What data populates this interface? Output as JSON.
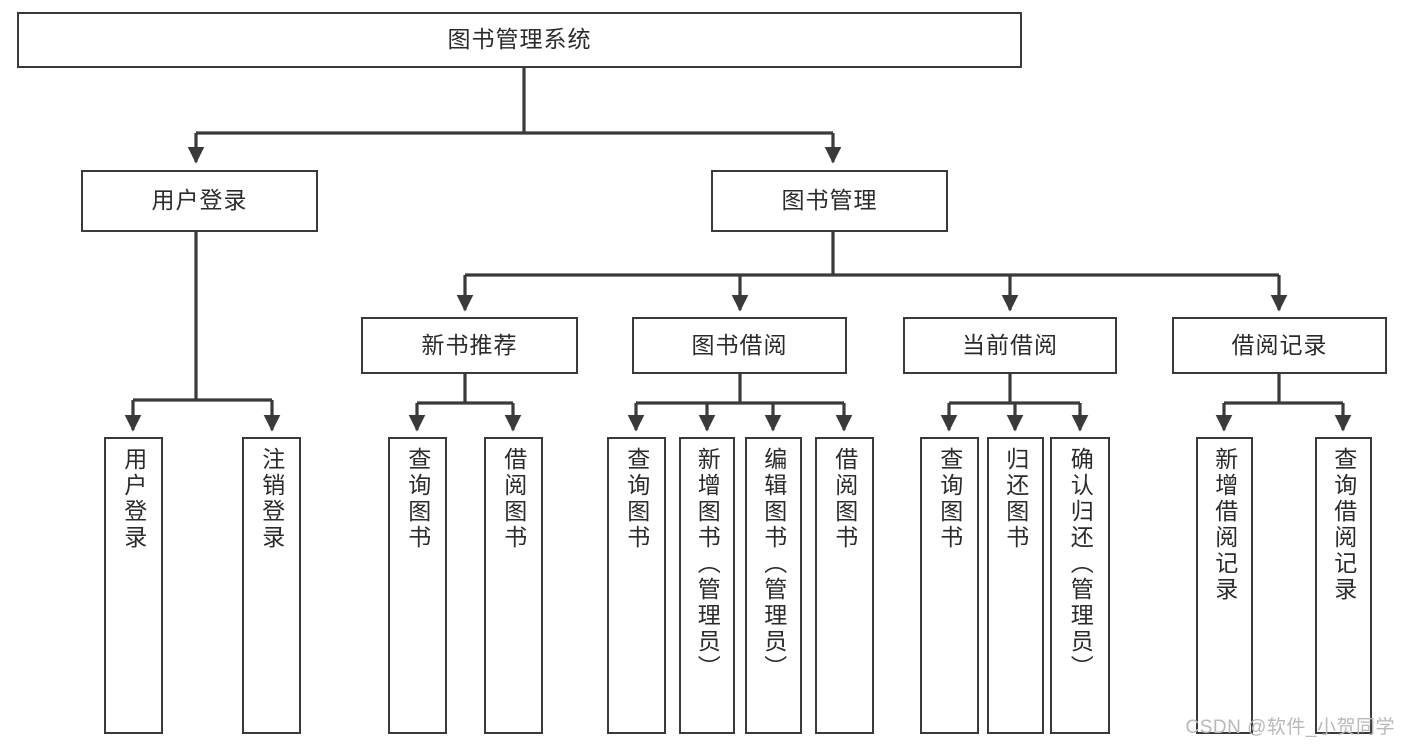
{
  "diagram": {
    "title": "图书管理系统",
    "colors": {
      "box_border": "#3a3a3a",
      "box_fill": "#ffffff",
      "edge": "#3a3a3a",
      "text": "#2b2b2b",
      "watermark": "#b9b9b9",
      "background": "#ffffff"
    },
    "root": {
      "label": "图书管理系统"
    },
    "level2": [
      {
        "label": "用户登录"
      },
      {
        "label": "图书管理"
      }
    ],
    "level3": [
      {
        "label": "新书推荐"
      },
      {
        "label": "图书借阅"
      },
      {
        "label": "当前借阅"
      },
      {
        "label": "借阅记录"
      }
    ],
    "leaves": [
      {
        "label": "用户登录"
      },
      {
        "label": "注销登录"
      },
      {
        "label": "查询图书"
      },
      {
        "label": "借阅图书"
      },
      {
        "label": "查询图书"
      },
      {
        "label": "新增图书（管理员）"
      },
      {
        "label": "编辑图书（管理员）"
      },
      {
        "label": "借阅图书"
      },
      {
        "label": "查询图书"
      },
      {
        "label": "归还图书"
      },
      {
        "label": "确认归还（管理员）"
      },
      {
        "label": "新增借阅记录"
      },
      {
        "label": "查询借阅记录"
      }
    ]
  },
  "watermark": {
    "text": "CSDN @软件_小贺同学"
  }
}
